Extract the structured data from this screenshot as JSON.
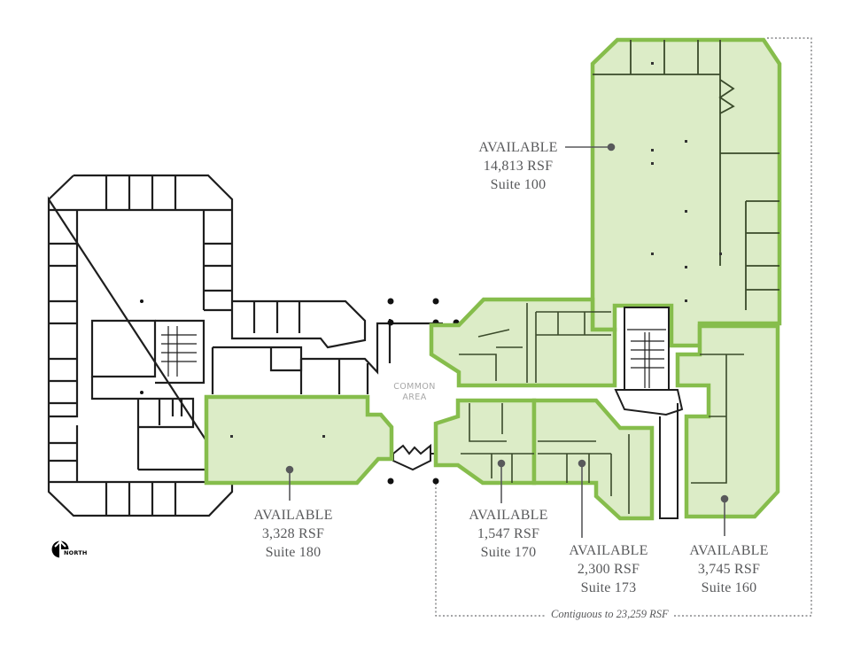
{
  "colors": {
    "suite_fill": "#dcecc7",
    "suite_outline": "#86bd4c",
    "wall": "#1e1e1e",
    "label_text": "#58595b",
    "common_text": "#a7a7a7"
  },
  "common_area": {
    "line1": "COMMON",
    "line2": "AREA"
  },
  "north_indicator": {
    "label": "NORTH"
  },
  "contiguous_note": "Contiguous to 23,259 RSF",
  "suites": [
    {
      "status": "AVAILABLE",
      "size": "14,813 RSF",
      "suite": "Suite 100"
    },
    {
      "status": "AVAILABLE",
      "size": "3,328 RSF",
      "suite": "Suite 180"
    },
    {
      "status": "AVAILABLE",
      "size": "1,547 RSF",
      "suite": "Suite 170"
    },
    {
      "status": "AVAILABLE",
      "size": "2,300 RSF",
      "suite": "Suite 173"
    },
    {
      "status": "AVAILABLE",
      "size": "3,745 RSF",
      "suite": "Suite 160"
    }
  ]
}
